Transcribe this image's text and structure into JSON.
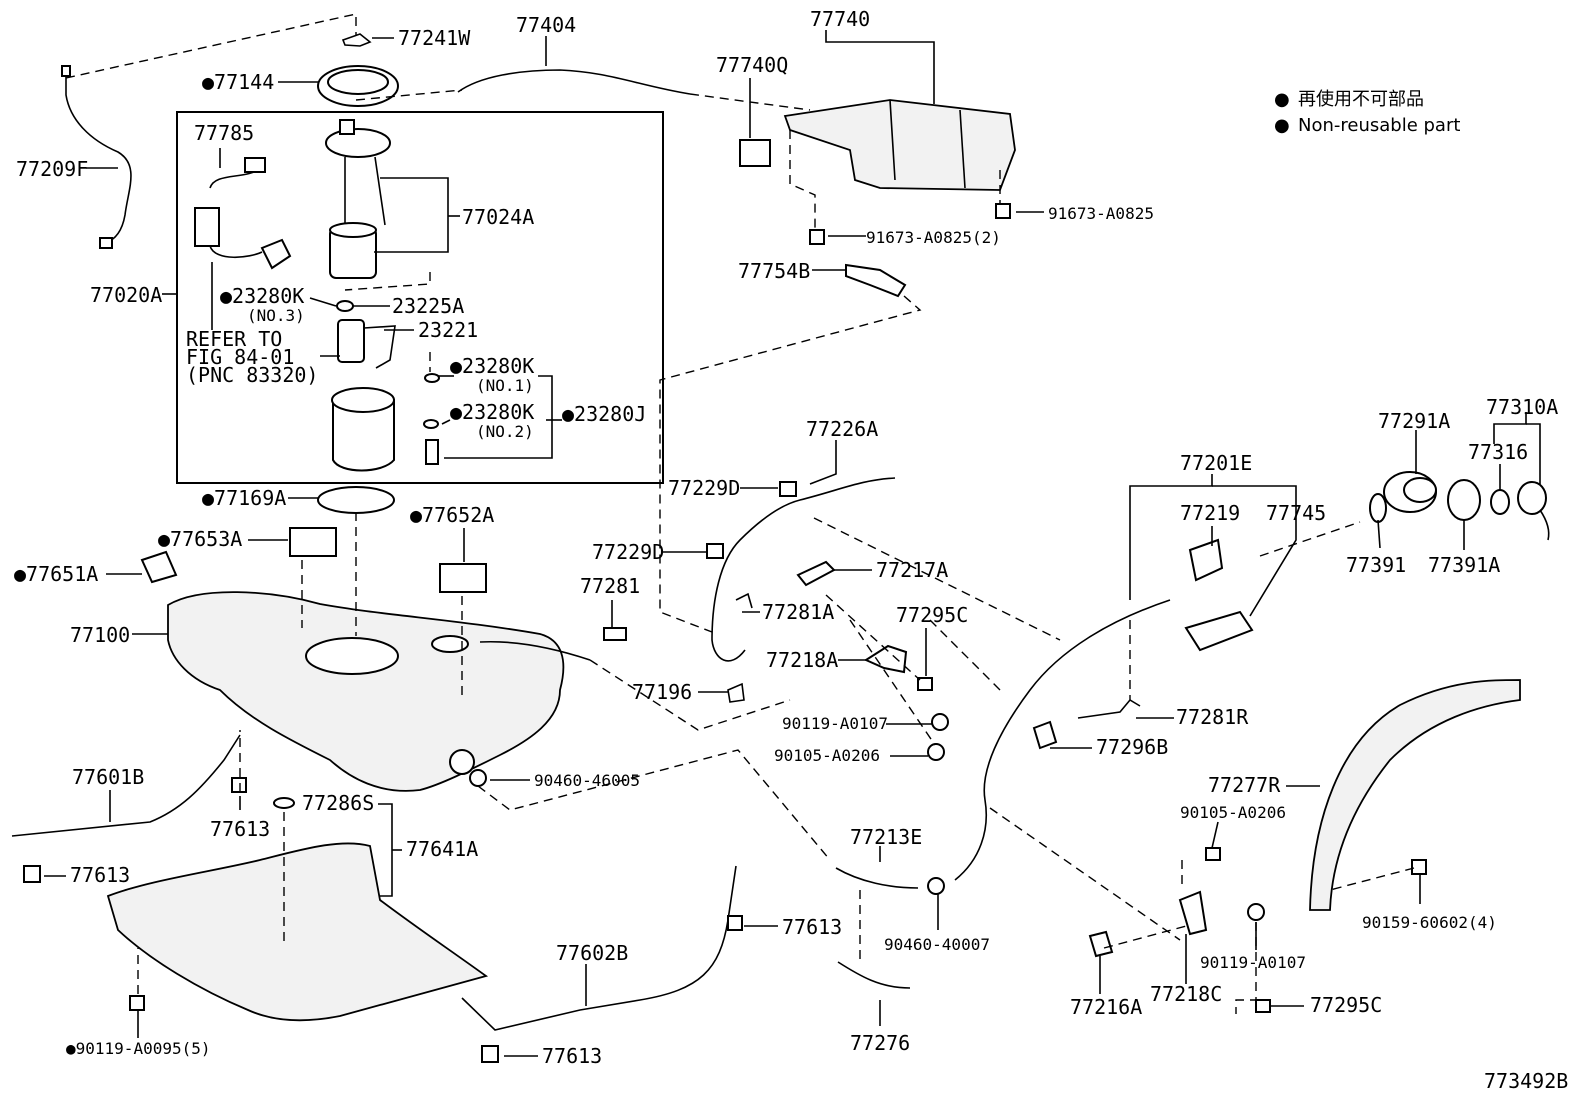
{
  "legend": {
    "marker": "●",
    "line1": "再使用不可部品",
    "line2": "Non-reusable part"
  },
  "diagram_id": "773492B",
  "labels": {
    "p77241W": "77241W",
    "p77404": "77404",
    "p77740": "77740",
    "p77740Q": "77740Q",
    "p77144": "77144",
    "p77785": "77785",
    "p77209F": "77209F",
    "p77024A": "77024A",
    "p77020A": "77020A",
    "p23280K_3": "23280K",
    "n_no3": "(NO.3)",
    "p23225A": "23225A",
    "p23221": "23221",
    "refer1": "REFER TO",
    "refer2": "FIG 84-01",
    "refer3": "(PNC 83320)",
    "p23280K_1": "23280K",
    "n_no1": "(NO.1)",
    "p23280K_2": "23280K",
    "n_no2": "(NO.2)",
    "p23280J": "23280J",
    "p91673_A0825": "91673-A0825",
    "p91673_A0825_2": "91673-A0825(2)",
    "p77754B": "77754B",
    "p77169A": "77169A",
    "p77652A": "77652A",
    "p77653A": "77653A",
    "p77651A": "77651A",
    "p77100": "77100",
    "p77226A": "77226A",
    "p77229D_1": "77229D",
    "p77229D_2": "77229D",
    "p77281": "77281",
    "p77281A": "77281A",
    "p77217A": "77217A",
    "p77295C_1": "77295C",
    "p77218A": "77218A",
    "p77196": "77196",
    "p90119_A0107_1": "90119-A0107",
    "p90105_A0206_1": "90105-A0206",
    "p77201E": "77201E",
    "p77219": "77219",
    "p77745": "77745",
    "p77291A": "77291A",
    "p77310A": "77310A",
    "p77316": "77316",
    "p77391": "77391",
    "p77391A": "77391A",
    "p77281R": "77281R",
    "p77296B": "77296B",
    "p77277R": "77277R",
    "p90105_A0206_2": "90105-A0206",
    "p90159_60602": "90159-60602(4)",
    "p90119_A0107_2": "90119-A0107",
    "p77218C": "77218C",
    "p77216A": "77216A",
    "p77295C_2": "77295C",
    "p77601B": "77601B",
    "p77613_1": "77613",
    "p77613_2": "77613",
    "p77613_3": "77613",
    "p77613_4": "77613",
    "p77286S": "77286S",
    "p77641A": "77641A",
    "p90460_46005": "90460-46005",
    "p77213E": "77213E",
    "p90460_40007": "90460-40007",
    "p77602B": "77602B",
    "p77276": "77276",
    "p90119_A0095": "90119-A0095(5)"
  }
}
